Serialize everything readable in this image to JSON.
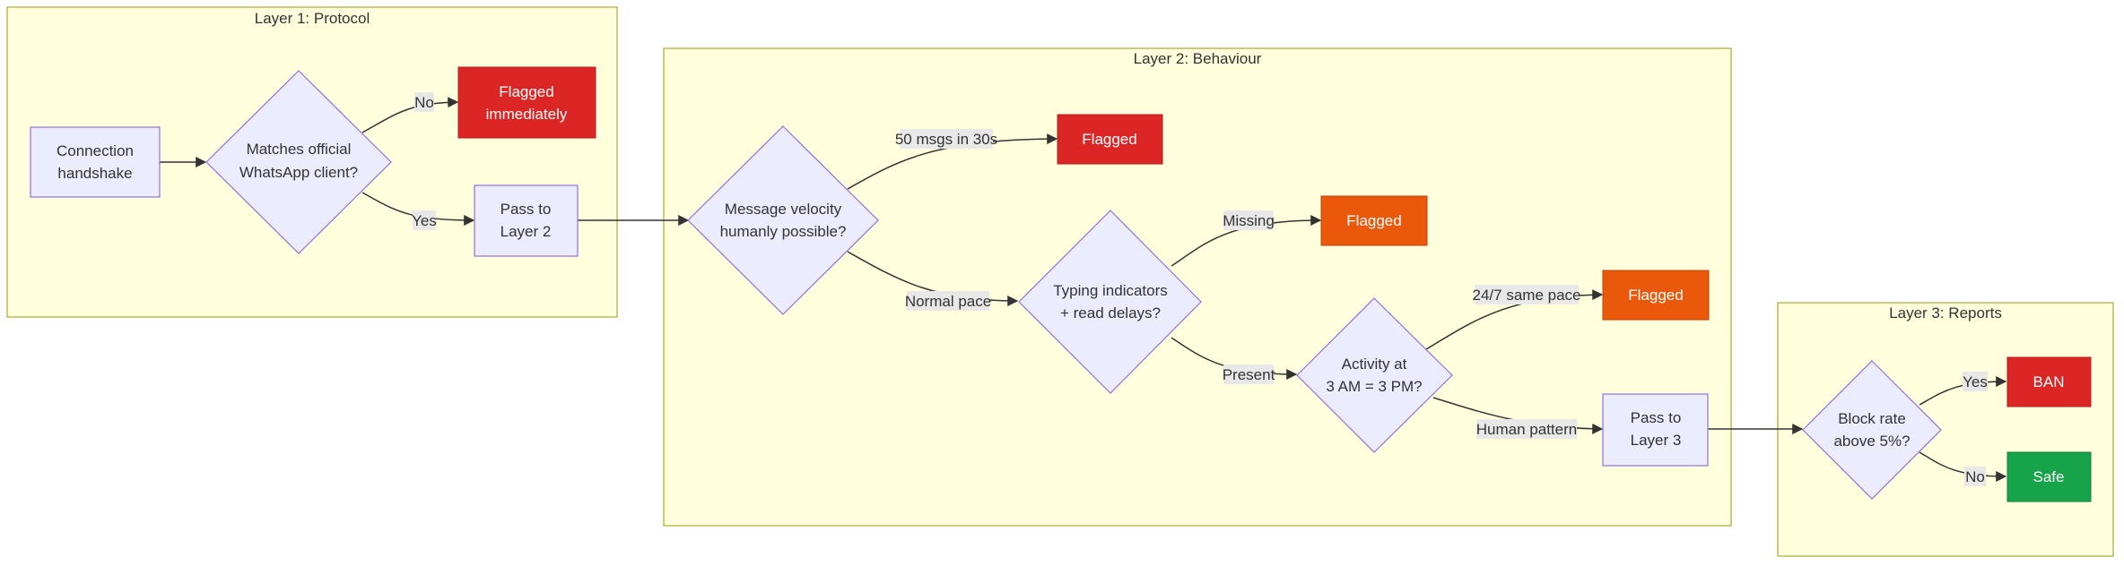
{
  "clusters": {
    "layer1": {
      "title": "Layer 1: Protocol"
    },
    "layer2": {
      "title": "Layer 2: Behaviour"
    },
    "layer3": {
      "title": "Layer 3: Reports"
    }
  },
  "nodes": {
    "connection": {
      "lines": [
        "Connection",
        "handshake"
      ]
    },
    "matches": {
      "lines": [
        "Matches official",
        "WhatsApp client?"
      ]
    },
    "flagged_immediately": {
      "lines": [
        "Flagged",
        "immediately"
      ],
      "color": "#dc2626"
    },
    "pass_layer2": {
      "lines": [
        "Pass to",
        "Layer 2"
      ]
    },
    "velocity": {
      "lines": [
        "Message velocity",
        "humanly possible?"
      ]
    },
    "flagged_velocity": {
      "lines": [
        "Flagged"
      ],
      "color": "#dc2626"
    },
    "typing": {
      "lines": [
        "Typing indicators",
        "+ read delays?"
      ]
    },
    "flagged_typing": {
      "lines": [
        "Flagged"
      ],
      "color": "#ea580c"
    },
    "activity": {
      "lines": [
        "Activity at",
        "3 AM = 3 PM?"
      ]
    },
    "flagged_activity": {
      "lines": [
        "Flagged"
      ],
      "color": "#ea580c"
    },
    "pass_layer3": {
      "lines": [
        "Pass to",
        "Layer 3"
      ]
    },
    "block_rate": {
      "lines": [
        "Block rate",
        "above 5%?"
      ]
    },
    "ban": {
      "lines": [
        "BAN"
      ],
      "color": "#dc2626"
    },
    "safe": {
      "lines": [
        "Safe"
      ],
      "color": "#16a34a"
    }
  },
  "edges": {
    "no": "No",
    "yes": "Yes",
    "fifty_msgs": "50 msgs in 30s",
    "normal_pace": "Normal pace",
    "missing": "Missing",
    "present": "Present",
    "same_pace": "24/7 same pace",
    "human_pattern": "Human pattern",
    "yes3": "Yes",
    "no3": "No"
  }
}
